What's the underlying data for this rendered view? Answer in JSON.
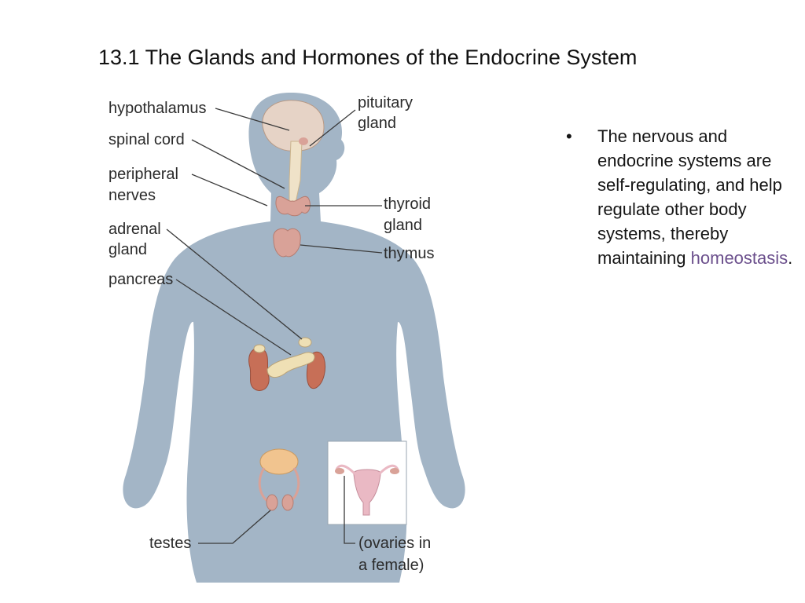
{
  "slide": {
    "title": "13.1 The Glands and Hormones of the Endocrine System"
  },
  "labels": {
    "hypothalamus": "hypothalamus",
    "pituitary_line1": "pituitary",
    "pituitary_line2": "gland",
    "spinal_cord": "spinal cord",
    "peripheral_line1": "peripheral",
    "peripheral_line2": "nerves",
    "thyroid_line1": "thyroid",
    "thyroid_line2": "gland",
    "adrenal_line1": "adrenal",
    "adrenal_line2": "gland",
    "thymus": "thymus",
    "pancreas": "pancreas",
    "testes": "testes",
    "ovaries_line1": "(ovaries in",
    "ovaries_line2": "a female)"
  },
  "bullet": {
    "mark": "•",
    "text": "The nervous and endocrine systems are self-regulating, and help regulate other body systems, thereby maintaining ",
    "term": "homeostasis",
    "end": "."
  },
  "colors": {
    "body_silhouette": "#a3b5c6",
    "brain": "#e6d3c6",
    "organ_pink": "#d9a298",
    "kidney": "#c76f57",
    "pancreas": "#efe0b5",
    "term": "#6b4f8c"
  }
}
